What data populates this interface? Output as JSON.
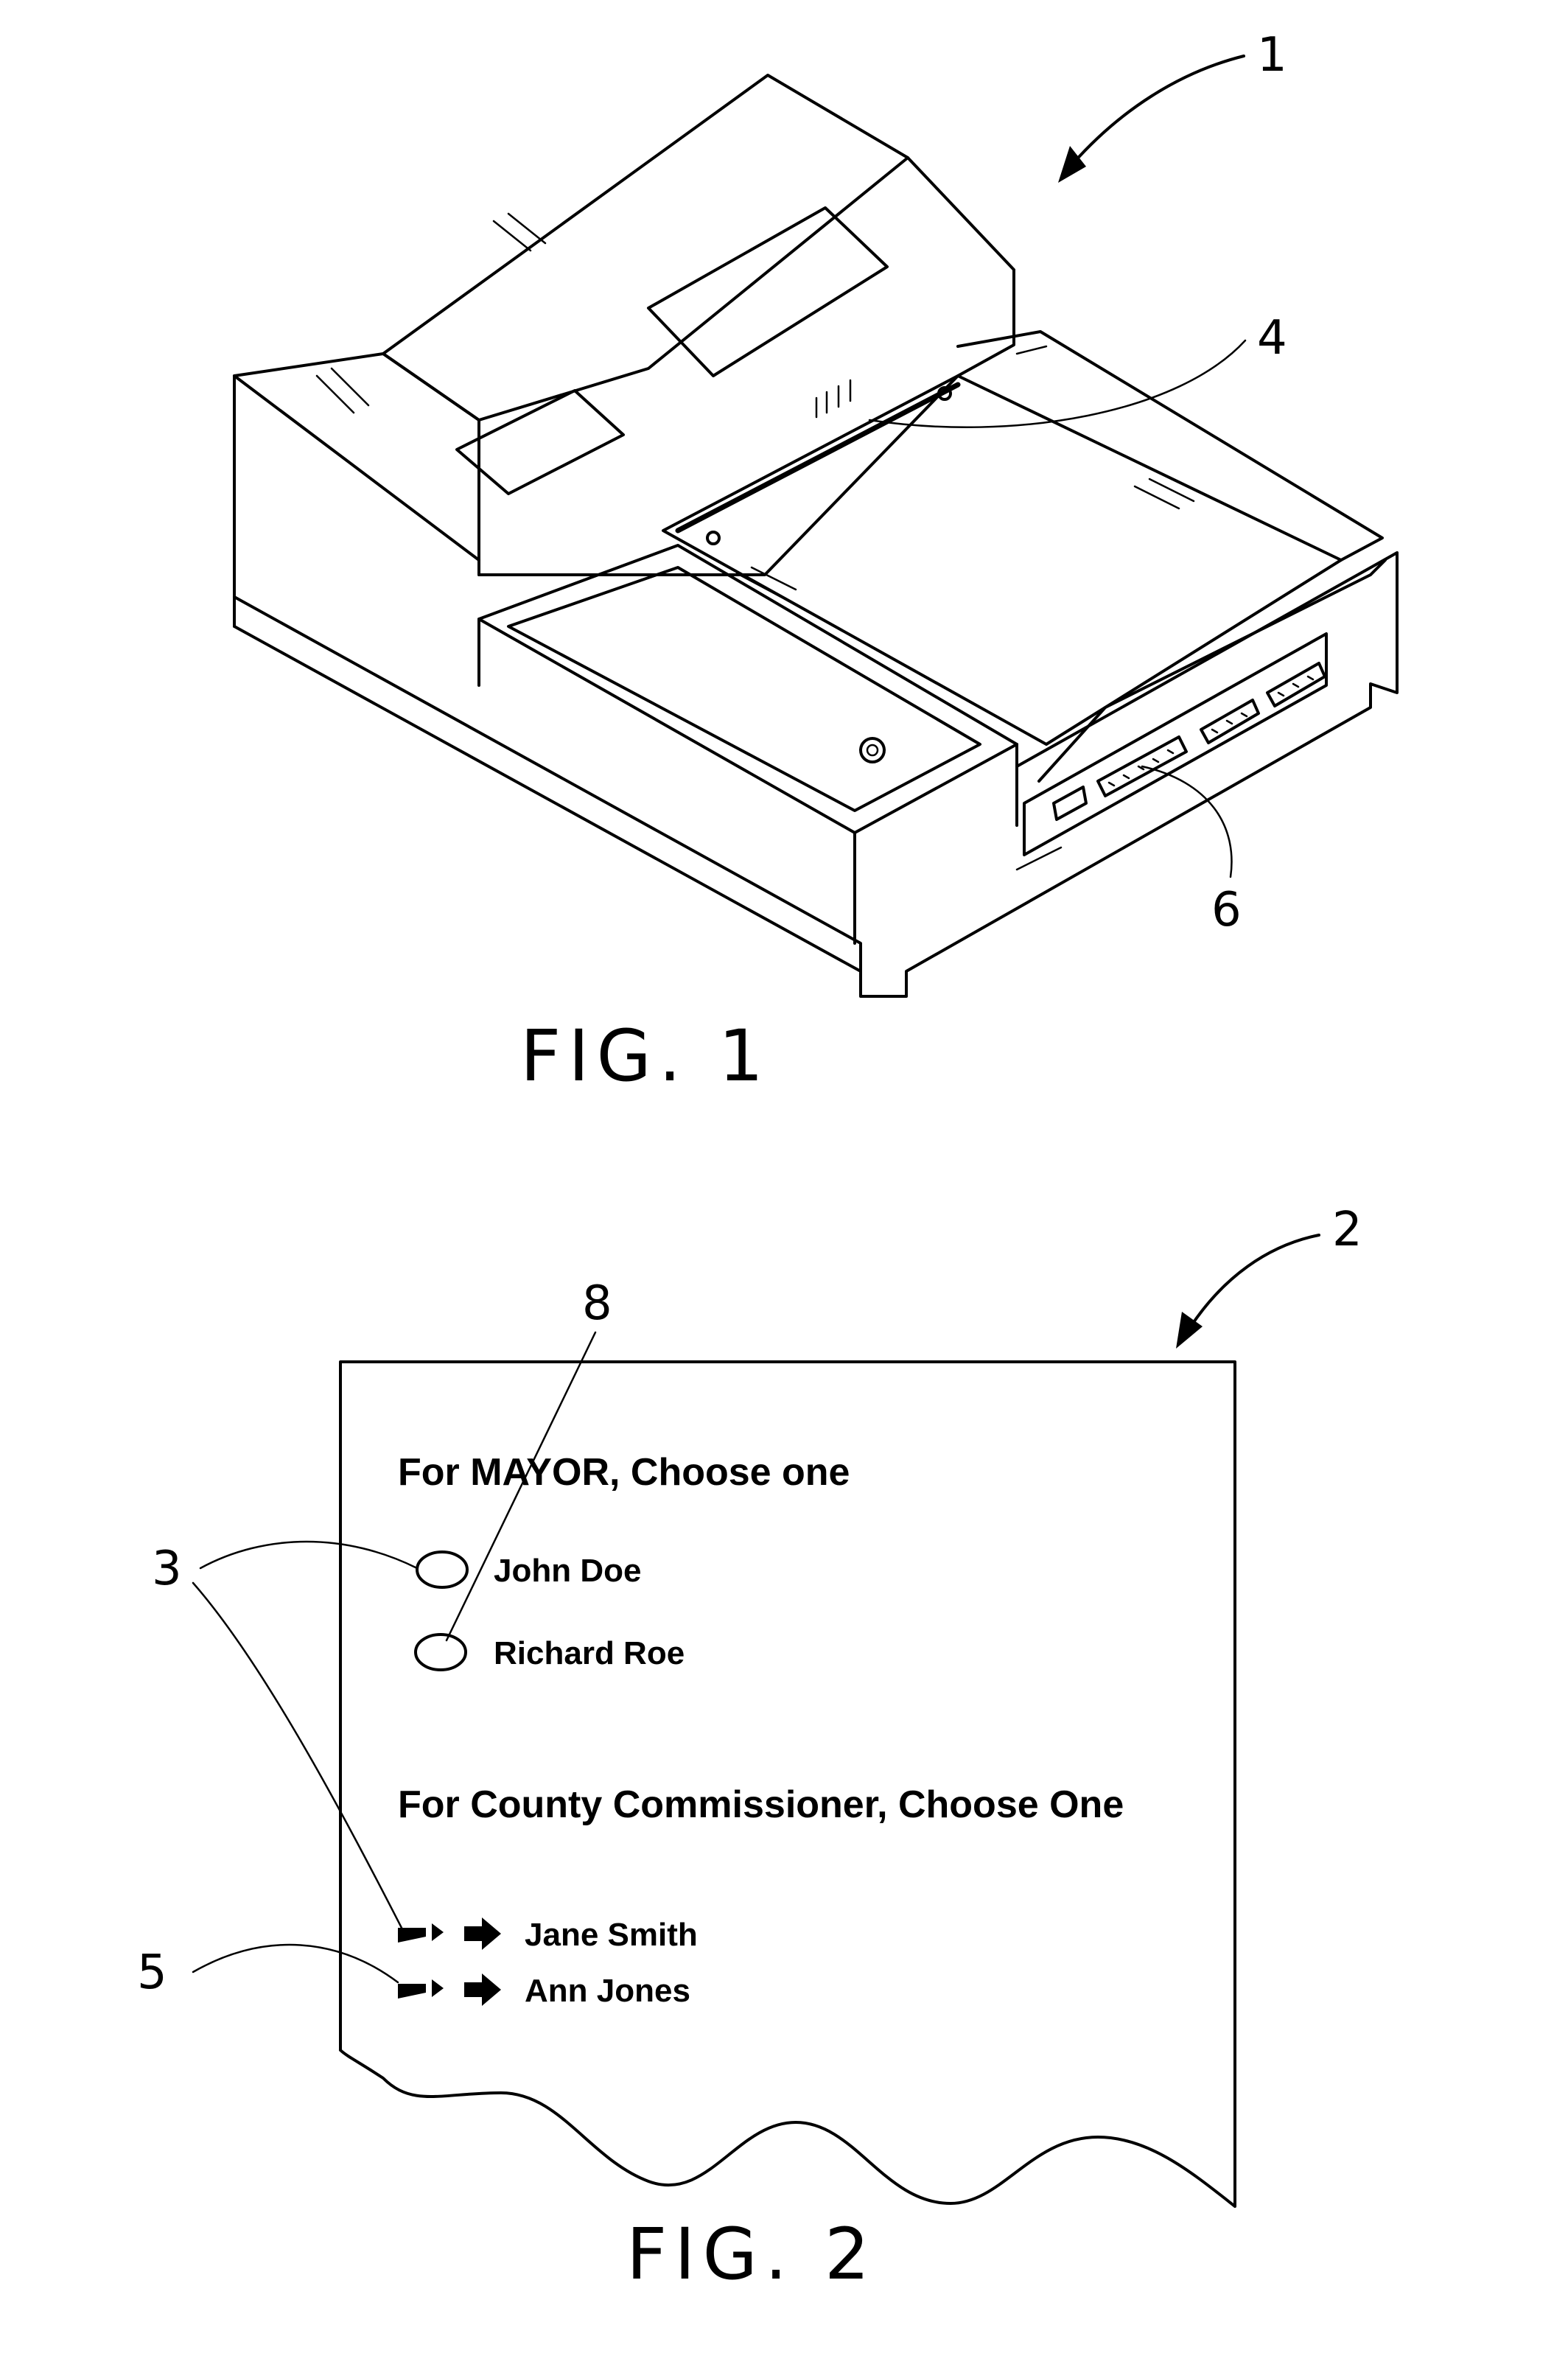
{
  "fig1": {
    "caption": "FIG. 1",
    "refs": {
      "device": "1",
      "feed": "4",
      "ports": "6"
    }
  },
  "fig2": {
    "caption": "FIG. 2",
    "refs": {
      "ballot": "2",
      "marks": "3",
      "arrow_marks": "5",
      "oval": "8"
    },
    "ballot": {
      "race1_heading": "For MAYOR,  Choose one",
      "race1_candidates": [
        "John Doe",
        "Richard Roe"
      ],
      "race2_heading": "For County Commissioner,  Choose One",
      "race2_candidates": [
        "Jane Smith",
        "Ann Jones"
      ]
    }
  }
}
